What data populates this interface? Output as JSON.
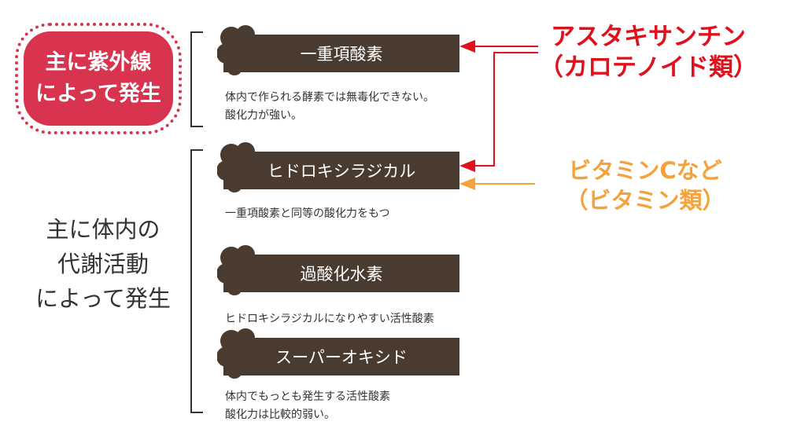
{
  "left": {
    "uv": {
      "line1": "主に紫外線",
      "line2": "によって発生"
    },
    "metabolism": {
      "line1": "主に体内の",
      "line2": "代謝活動",
      "line3": "によって発生"
    }
  },
  "species": [
    {
      "name": "一重項酸素",
      "desc1": "体内で作られる酵素では無毒化できない。",
      "desc2": "酸化力が強い。"
    },
    {
      "name": "ヒドロキシラジカル",
      "desc1": "一重項酸素と同等の酸化力をもつ",
      "desc2": ""
    },
    {
      "name": "過酸化水素",
      "desc1": "ヒドロキシラジカルになりやすい活性酸素",
      "desc2": ""
    },
    {
      "name": "スーパーオキシド",
      "desc1": "体内でもっとも発生する活性酸素",
      "desc2": "酸化力は比較的弱い。"
    }
  ],
  "antioxidants": {
    "astaxanthin": {
      "line1": "アスタキサンチン",
      "line2": "（カロテノイド類）",
      "color": "#e0101c"
    },
    "vitamin_c": {
      "line1": "ビタミンCなど",
      "line2": "（ビタミン類）",
      "color": "#f4a23c"
    }
  },
  "colors": {
    "uv_pill": "#d9344f",
    "species_box": "#4a3b30",
    "text": "#333333"
  }
}
